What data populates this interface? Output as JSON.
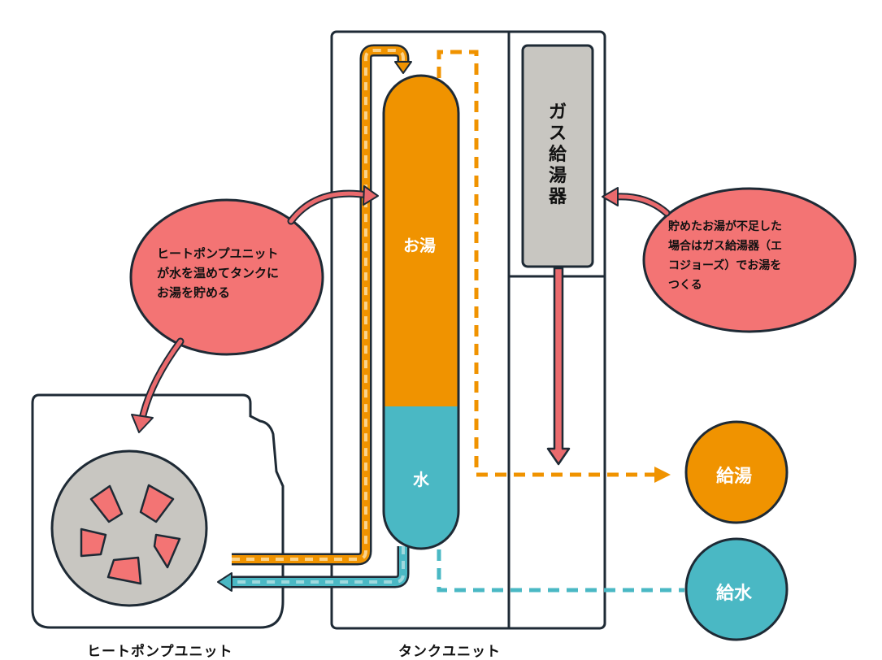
{
  "labels": {
    "hot_water": "お湯",
    "cold_water": "水",
    "gas_heater_chars": [
      "ガ",
      "ス",
      "給",
      "湯",
      "器"
    ],
    "heat_pump_unit": "ヒートポンプユニット",
    "tank_unit": "タンクユニット",
    "supply_hot": "給湯",
    "supply_water": "給水"
  },
  "callouts": {
    "left": [
      "ヒートポンプユニット",
      "が水を温めてタンクに",
      "お湯を貯める"
    ],
    "right": [
      "貯めたお湯が不足した",
      "場合はガス給湯器（エ",
      "コジョーズ）でお湯を",
      "つくる"
    ]
  },
  "colors": {
    "outline": "#1e2a35",
    "hot": "#f09300",
    "cold": "#4ab8c4",
    "gas_heater_fill": "#c8c6c1",
    "callout_fill": "#f37474",
    "fan_fill": "#c8c6c1",
    "fan_blade": "#f37474",
    "pipe_hot_light": "#fbd38b",
    "pipe_cold_light": "#9fd9de",
    "arrow_red": "#ea6a6d"
  },
  "icons": {
    "fan": "fan-icon",
    "arrow": "arrow-icon"
  }
}
